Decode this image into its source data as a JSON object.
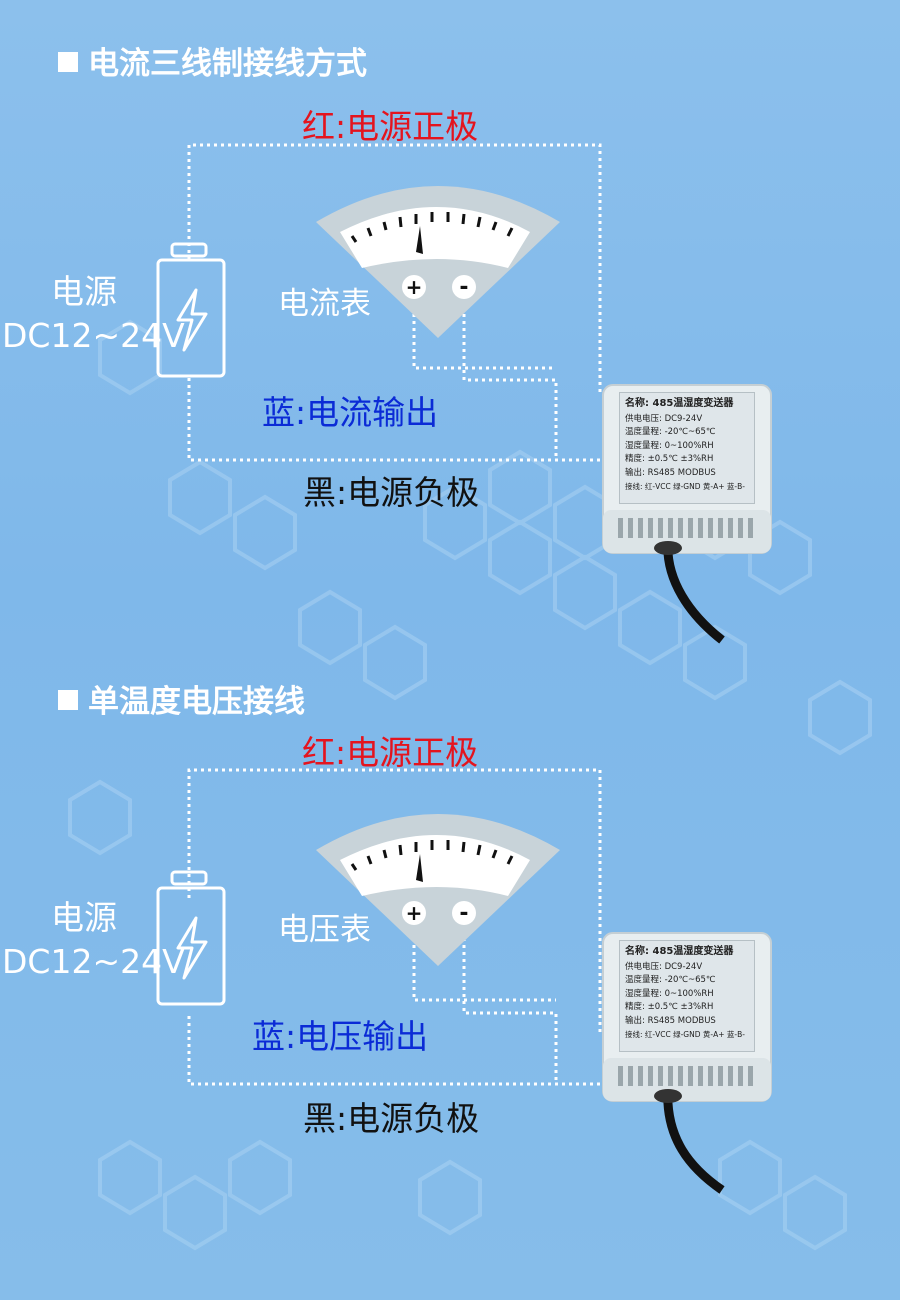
{
  "sections": [
    {
      "heading": "电流三线制接线方式",
      "red_wire_label": "红:电源正极",
      "blue_wire_label": "蓝:电流输出",
      "black_wire_label": "黑:电源负极",
      "meter_label": "电流表",
      "meter_plus": "+",
      "meter_minus": "-",
      "power_supply": {
        "name": "电源",
        "voltage": "DC12~24V"
      }
    },
    {
      "heading": "单温度电压接线",
      "red_wire_label": "红:电源正极",
      "blue_wire_label": "蓝:电压输出",
      "black_wire_label": "黑:电源负极",
      "meter_label": "电压表",
      "meter_plus": "+",
      "meter_minus": "-",
      "power_supply": {
        "name": "电源",
        "voltage": "DC12~24V"
      }
    }
  ],
  "device_label": {
    "title": "名称: 485温湿度变送器",
    "lines": [
      "供电电压: DC9-24V",
      "温度量程: -20℃~65℃",
      "湿度量程: 0~100%RH",
      "精度: ±0.5℃ ±3%RH",
      "输出: RS485 MODBUS",
      "接线: 红-VCC 绿-GND 黄-A+ 蓝-B-"
    ]
  },
  "colors": {
    "background": "#86bdea",
    "red_label": "#e4141e",
    "blue_label": "#0b2bd6",
    "black_label": "#111111",
    "wire": "#ffffff",
    "meter_body": "#c9d3d8"
  },
  "icons": [
    "lightning-bolt-icon",
    "battery-icon"
  ]
}
